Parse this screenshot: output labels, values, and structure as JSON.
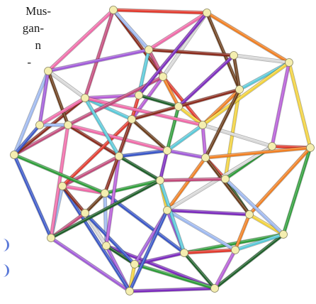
{
  "page_fragment": {
    "lines": [
      "Mus-",
      "gan-",
      "n",
      "-"
    ]
  },
  "figure": {
    "subject": "tesseract-like-wireframe-polytope",
    "edge_colors": [
      "#e23a2e",
      "#f07f22",
      "#f2d23c",
      "#2f9d3a",
      "#1f5f2a",
      "#7b2bbd",
      "#a05ad8",
      "#3956c7",
      "#9db8f0",
      "#f06aa8",
      "#c24a7a",
      "#8a2c1e",
      "#d9d9d9",
      "#6a3c1a",
      "#59c9d9",
      "#b55bd6"
    ],
    "node_color": "#f4eeb0"
  }
}
